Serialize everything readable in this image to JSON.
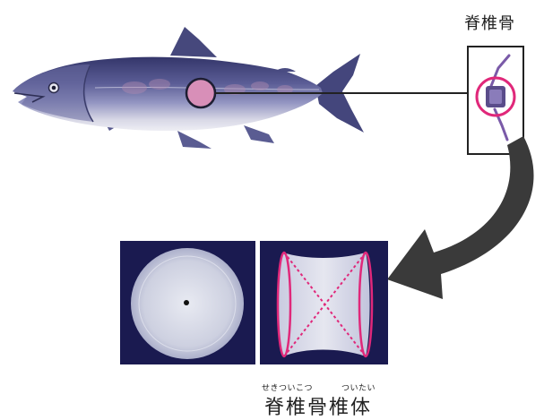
{
  "labels": {
    "vertebra": "脊椎骨",
    "vertebral_body_ruby_1": "せきついこつ",
    "vertebral_body_ruby_2": "ついたい",
    "vertebral_body": "脊椎骨椎体"
  },
  "colors": {
    "fish_back": "#3d3f73",
    "fish_side": "#7d7fb3",
    "fish_belly": "#e4e4ec",
    "highlight_circle": "#e0287a",
    "arrow": "#3a3a3a",
    "photo_background": "#1a1a50"
  }
}
